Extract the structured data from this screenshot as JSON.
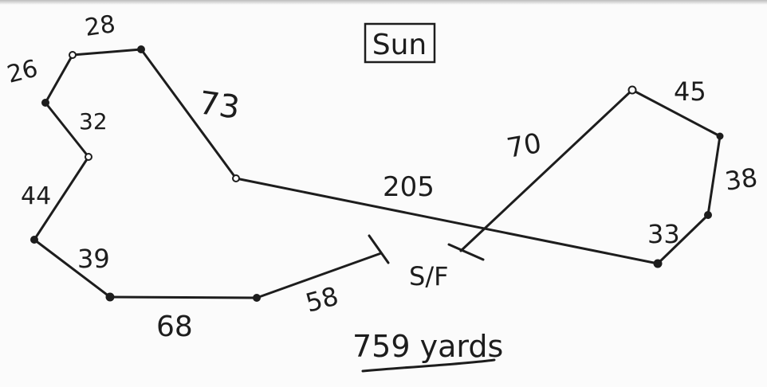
{
  "title": "Sun",
  "total": "759 yards",
  "start_finish": "S/F",
  "ink_color": "#1d1d1d",
  "paper_color": "#fbfbfb",
  "legs": [
    {
      "from": "S/F",
      "to": "wp-1",
      "label": "58"
    },
    {
      "from": "wp-1",
      "to": "wp-2",
      "label": "68"
    },
    {
      "from": "wp-2",
      "to": "wp-3",
      "label": "39"
    },
    {
      "from": "wp-3",
      "to": "wp-4",
      "label": "44"
    },
    {
      "from": "wp-4",
      "to": "wp-5",
      "label": "32"
    },
    {
      "from": "wp-5",
      "to": "wp-6",
      "label": "26"
    },
    {
      "from": "wp-6",
      "to": "wp-7",
      "label": "28"
    },
    {
      "from": "wp-7",
      "to": "wp-8",
      "label": "73"
    },
    {
      "from": "wp-8",
      "to": "wp-9",
      "label": "205"
    },
    {
      "from": "wp-9",
      "to": "wp-10",
      "label": "33"
    },
    {
      "from": "wp-10",
      "to": "wp-11",
      "label": "38"
    },
    {
      "from": "wp-11",
      "to": "wp-12",
      "label": "45"
    },
    {
      "from": "wp-12",
      "to": "S/F",
      "label": "70"
    }
  ]
}
